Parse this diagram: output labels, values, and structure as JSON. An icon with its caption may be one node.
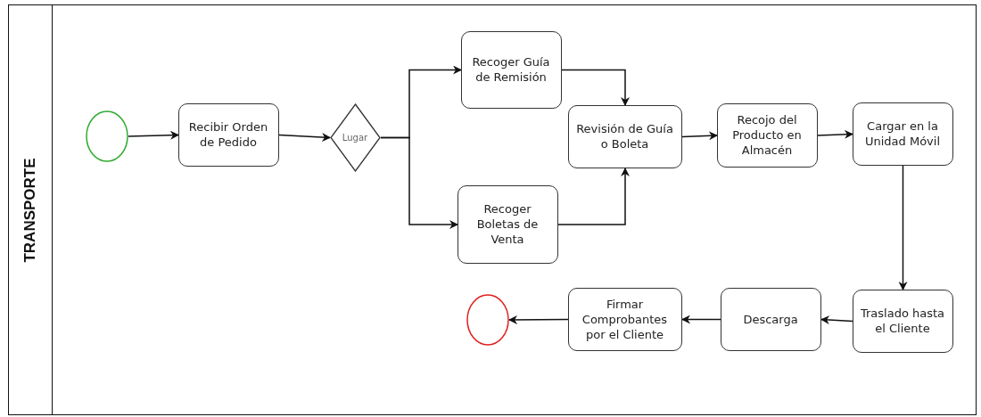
{
  "diagram": {
    "nodes": [
      {
        "text": [
          "TRANSPORTE"
        ]
      },
      {
        "text": [],
        "shape": "circle",
        "in": 0
      },
      {
        "text": [
          "Recibir Orden de Pedido"
        ],
        "in": 0
      },
      {
        "text": [
          "Lugar"
        ],
        "in": 0
      },
      {
        "text": [
          "Recoger Guía de Remisión"
        ],
        "in": 0
      },
      {
        "text": [
          "Recoger Boletas de Venta"
        ],
        "in": 0
      },
      {
        "text": [
          "Revisión de Guía o Boleta"
        ],
        "in": 0
      },
      {
        "text": [
          "Recojo del Producto en Almacén"
        ],
        "in": 0
      },
      {
        "text": [
          "Cargar en la Unidad Móvil"
        ],
        "in": 0
      },
      {
        "text": [
          "Traslado hasta el Cliente"
        ],
        "in": 0
      },
      {
        "text": [
          "Descarga"
        ],
        "in": 0
      },
      {
        "text": [
          "Firmar Comprobantes por el Cliente"
        ],
        "in": 0
      },
      {
        "text": [],
        "shape": "circle",
        "in": 0
      }
    ],
    "edges": [
      {
        "from": 1,
        "to": 2,
        "arrow": "to"
      },
      {
        "from": 2,
        "to": 3,
        "arrow": "to"
      },
      {
        "from": 3,
        "to": 4,
        "arrow": "to"
      },
      {
        "from": 3,
        "to": 5,
        "arrow": "to"
      },
      {
        "from": 4,
        "to": 6,
        "arrow": "to"
      },
      {
        "from": 5,
        "to": 6,
        "arrow": "to"
      },
      {
        "from": 6,
        "to": 7,
        "arrow": "to"
      },
      {
        "from": 7,
        "to": 8,
        "arrow": "to"
      },
      {
        "from": 8,
        "to": 9,
        "arrow": "to"
      },
      {
        "from": 9,
        "to": 10,
        "arrow": "to"
      },
      {
        "from": 10,
        "to": 11,
        "arrow": "to"
      },
      {
        "from": 11,
        "to": 12,
        "arrow": "to"
      }
    ]
  }
}
